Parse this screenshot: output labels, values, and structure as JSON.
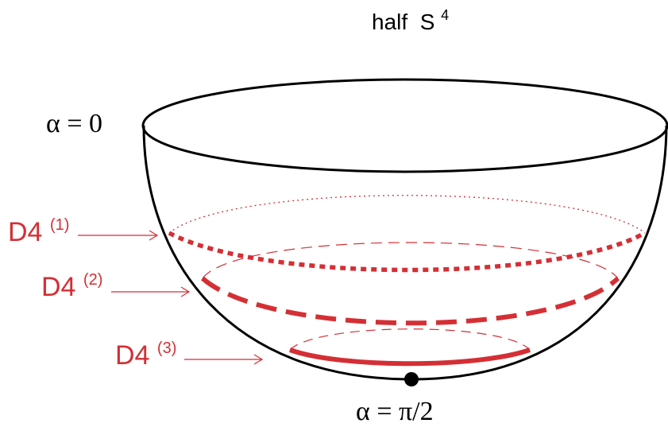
{
  "title": {
    "text": "half  S",
    "superscript": "4"
  },
  "labels": {
    "alpha_top": "α = 0",
    "alpha_bottom": "α = π/2"
  },
  "branes": [
    {
      "name": "D4",
      "index": "(1)",
      "style": "dotted"
    },
    {
      "name": "D4",
      "index": "(2)",
      "style": "dashed"
    },
    {
      "name": "D4",
      "index": "(3)",
      "style": "solid"
    }
  ],
  "colors": {
    "outline": "#000000",
    "brane": "#d42f35",
    "background": "#ffffff"
  }
}
